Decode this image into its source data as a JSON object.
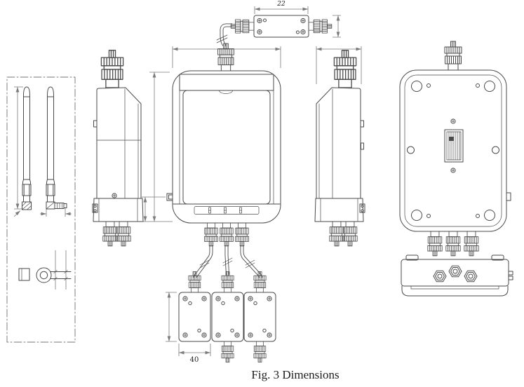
{
  "figure": {
    "caption": "Fig. 3 Dimensions",
    "labels": {
      "top_box_width": "22",
      "junction_box_width": "40"
    },
    "colors": {
      "object_line": "#4a4a4a",
      "dimension_line": "#7b7b7b",
      "text": "#1d1d1d",
      "background": "#ffffff"
    }
  }
}
